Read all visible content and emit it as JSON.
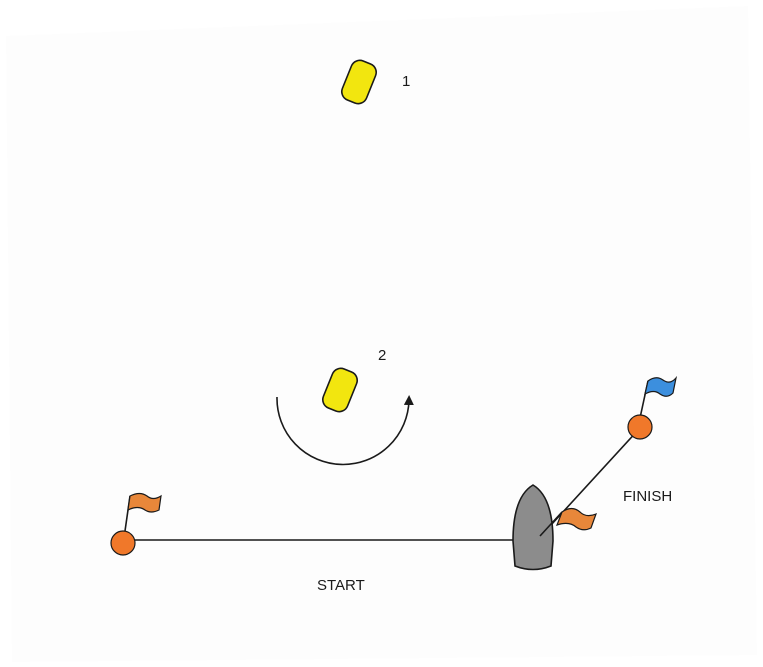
{
  "marks": [
    {
      "label": "1",
      "color": "#f2e60f"
    },
    {
      "label": "2",
      "color": "#f2e60f"
    }
  ],
  "labels": {
    "start": "START",
    "finish": "FINISH"
  },
  "colors": {
    "paper": "#fdfdfd",
    "buoy": "#f0782a",
    "start_flag": "#e8873a",
    "finish_flag": "#3c8fde",
    "committee_boat": "#8c8c8c",
    "line": "#1a1a1a"
  }
}
